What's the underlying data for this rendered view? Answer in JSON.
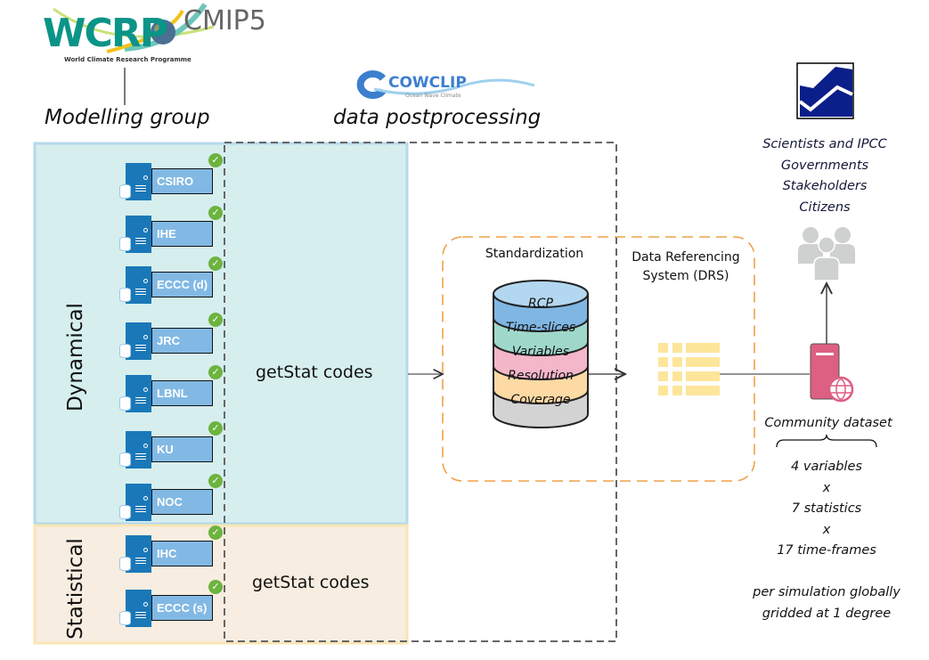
{
  "logos": {
    "wcrp": "WCRP",
    "wcrp_subtitle": "World Climate Research Programme",
    "cmip": "CMIP5",
    "cowclip": "COWCLIP",
    "cowclip_subtitle": "Ocean Wave Climate"
  },
  "headers": {
    "modelling_group": "Modelling group",
    "postprocessing": "data postprocessing"
  },
  "groups": {
    "dynamical": "Dynamical",
    "statistical": "Statistical"
  },
  "models": [
    {
      "name": "CSIRO",
      "group": "dynamical"
    },
    {
      "name": "IHE",
      "group": "dynamical"
    },
    {
      "name": "ECCC (d)",
      "group": "dynamical"
    },
    {
      "name": "JRC",
      "group": "dynamical"
    },
    {
      "name": "LBNL",
      "group": "dynamical"
    },
    {
      "name": "KU",
      "group": "dynamical"
    },
    {
      "name": "NOC",
      "group": "dynamical"
    },
    {
      "name": "IHC",
      "group": "statistical"
    },
    {
      "name": "ECCC (s)",
      "group": "statistical"
    }
  ],
  "getstat": {
    "dynamical": "getStat codes",
    "statistical": "getStat codes"
  },
  "standardization": {
    "title": "Standardization",
    "layers": [
      {
        "label": "RCP",
        "color": "#7fb6e2"
      },
      {
        "label": "Time-slices",
        "color": "#9fd8cb"
      },
      {
        "label": "Variables",
        "color": "#f4b6c9"
      },
      {
        "label": "Resolution",
        "color": "#fdd9a4"
      },
      {
        "label": "Coverage",
        "color": "#d3d3d3"
      }
    ]
  },
  "drs": {
    "title_line1": "Data Referencing",
    "title_line2": "System (DRS)"
  },
  "users": [
    "Scientists and IPCC",
    "Governments",
    "Stakeholders",
    "Citizens"
  ],
  "community": {
    "title": "Community dataset",
    "lines": [
      "4 variables",
      "x",
      "7 statistics",
      "x",
      "17 time-frames"
    ],
    "note_line1": "per simulation globally",
    "note_line2": "gridded at 1 degree"
  },
  "colors": {
    "dynamical_fill": "#d6eeee",
    "dynamical_border": "#b5d8ec",
    "statistical_fill": "#f7ede0",
    "statistical_border": "#f8e6b4",
    "model_box": "#82b9e4",
    "server": "#1a78b8",
    "check": "#6db33f",
    "orange_dash": "#f0a04a",
    "server_pink": "#dd5f82",
    "chart_navy": "#0a1f8a"
  }
}
